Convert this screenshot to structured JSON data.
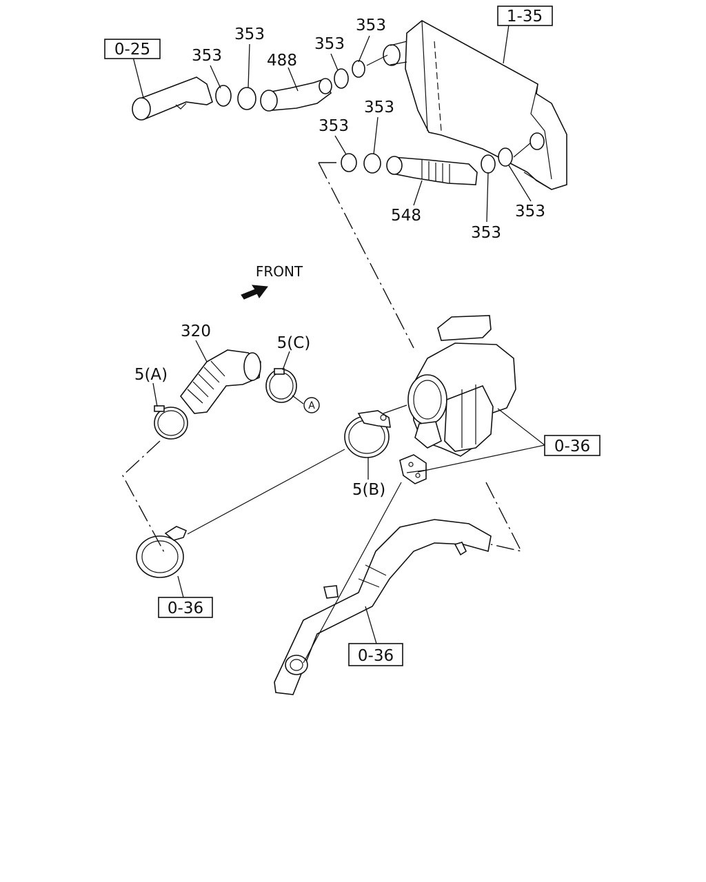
{
  "refs": {
    "r0_25": "0-25",
    "r1_35": "1-35",
    "r0_36_right": "0-36",
    "r0_36_left": "0-36",
    "r0_36_bottom": "0-36"
  },
  "parts": {
    "p353_a": "353",
    "p353_b": "353",
    "p353_c": "353",
    "p353_d": "353",
    "p353_e": "353",
    "p353_f": "353",
    "p353_g": "353",
    "p353_h": "353",
    "p488": "488",
    "p548": "548",
    "p320": "320",
    "p5a": "5(A)",
    "p5b": "5(B)",
    "p5c": "5(C)"
  },
  "front_label": "FRONT",
  "callout_a": "A",
  "icons": {
    "front_arrow": "front-arrow-icon"
  }
}
